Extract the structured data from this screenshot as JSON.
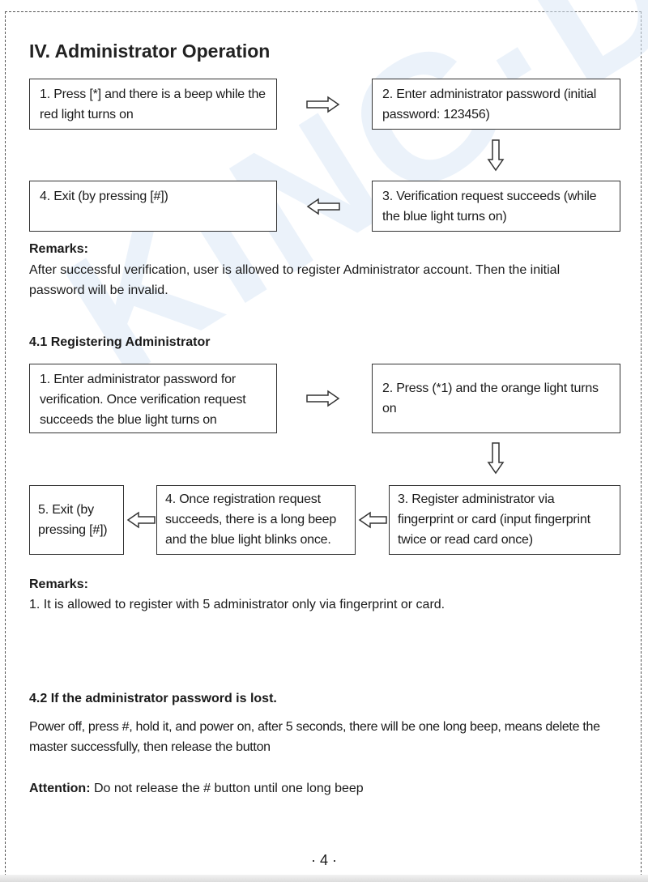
{
  "title": "IV. Administrator Operation",
  "section_iv": {
    "steps": [
      "1. Press [*] and there is a beep while the red light turns on",
      "2. Enter administrator password (initial password: 123456)",
      "3. Verification request succeeds (while the blue light turns on)",
      "4. Exit (by pressing [#])"
    ],
    "remarks_label": "Remarks:",
    "remarks_text": "After successful verification, user is allowed to register Administrator account. Then the initial password will be invalid."
  },
  "section_41": {
    "heading": "4.1 Registering Administrator",
    "steps": [
      "1. Enter administrator password for verification. Once verification request succeeds the blue light turns on",
      "2. Press (*1) and the orange light turns on",
      "3. Register administrator via fingerprint or card (input fingerprint twice or read card once)",
      "4. Once registration request succeeds, there is a long beep and the blue light blinks once.",
      "5. Exit (by pressing [#])"
    ],
    "remarks_label": "Remarks:",
    "remarks_text": "1. It is allowed to register with 5 administrator only via fingerprint or card."
  },
  "section_42": {
    "heading": "4.2 If the administrator password is lost.",
    "text": "Power off, press #, hold it, and power on, after 5 seconds, there will be one long beep, means delete the master successfully, then release the button",
    "attention_label": "Attention:",
    "attention_text": " Do not release the # button until one long beep"
  },
  "page_number": "· 4 ·",
  "colors": {
    "border": "#333333",
    "watermark": "#dbe9f7"
  },
  "icons": [
    "arrow-right-icon",
    "arrow-down-icon",
    "arrow-left-icon"
  ]
}
